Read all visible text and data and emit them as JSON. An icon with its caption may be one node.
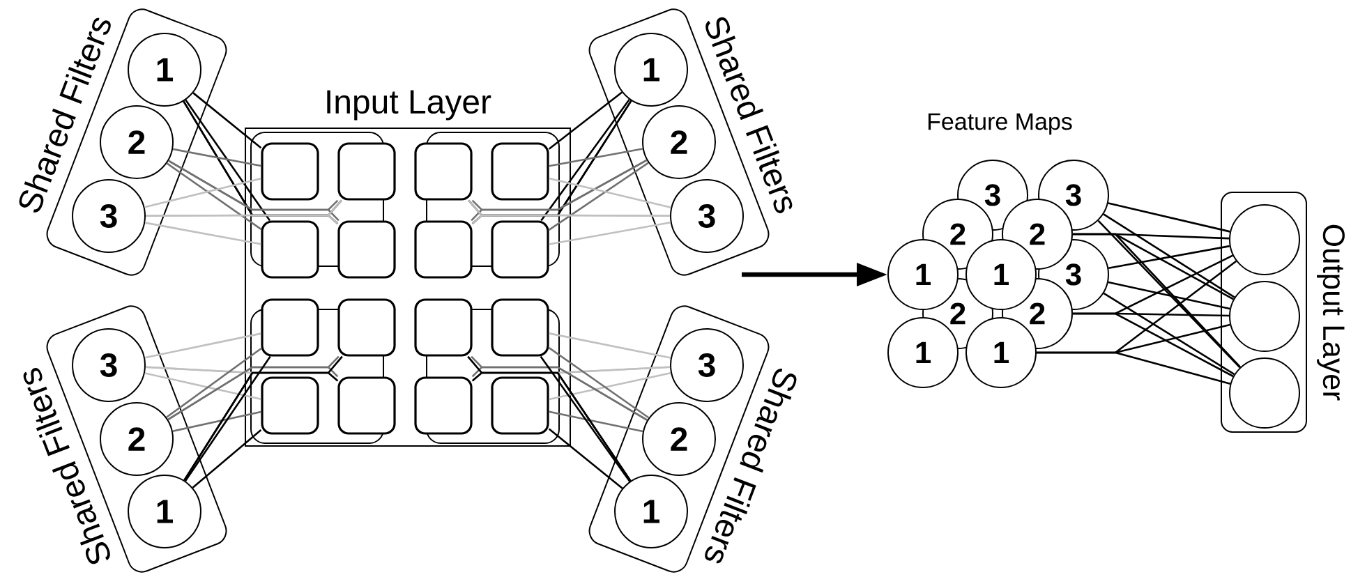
{
  "diagram": {
    "nodes": [
      {
        "text": [
          "Input Layer"
        ]
      },
      {
        "text": [],
        "shape": "box",
        "in": 0
      },
      {
        "text": [],
        "shape": "box",
        "in": 0
      },
      {
        "text": [],
        "shape": "box",
        "in": 0
      },
      {
        "text": [],
        "shape": "box",
        "in": 0
      },
      {
        "text": [],
        "shape": "box",
        "in": 0
      },
      {
        "text": [],
        "shape": "box",
        "in": 0
      },
      {
        "text": [],
        "shape": "box",
        "in": 0
      },
      {
        "text": [],
        "shape": "box",
        "in": 0
      },
      {
        "text": [],
        "shape": "box",
        "in": 0
      },
      {
        "text": [],
        "shape": "box",
        "in": 0
      },
      {
        "text": [],
        "shape": "box",
        "in": 0
      },
      {
        "text": [],
        "shape": "box",
        "in": 0
      },
      {
        "text": [],
        "shape": "box",
        "in": 0
      },
      {
        "text": [],
        "shape": "box",
        "in": 0
      },
      {
        "text": [],
        "shape": "box",
        "in": 0
      },
      {
        "text": [],
        "shape": "box",
        "in": 0
      },
      {
        "text": [
          "Shared Filters"
        ]
      },
      {
        "text": [
          "1"
        ],
        "in": 17
      },
      {
        "text": [
          "2"
        ],
        "in": 17
      },
      {
        "text": [
          "3"
        ],
        "in": 17
      },
      {
        "text": [
          "Shared Filters"
        ]
      },
      {
        "text": [
          "1"
        ],
        "in": 21
      },
      {
        "text": [
          "2"
        ],
        "in": 21
      },
      {
        "text": [
          "3"
        ],
        "in": 21
      },
      {
        "text": [
          "Shared Filters"
        ]
      },
      {
        "text": [
          "3"
        ],
        "in": 25
      },
      {
        "text": [
          "2"
        ],
        "in": 25
      },
      {
        "text": [
          "1"
        ],
        "in": 25
      },
      {
        "text": [
          "Shared Filters"
        ]
      },
      {
        "text": [
          "3"
        ],
        "in": 29
      },
      {
        "text": [
          "2"
        ],
        "in": 29
      },
      {
        "text": [
          "1"
        ],
        "in": 29
      },
      {
        "text": [
          "3"
        ]
      },
      {
        "text": [
          "3"
        ]
      },
      {
        "text": [
          "3"
        ]
      },
      {
        "text": [
          "2"
        ]
      },
      {
        "text": [
          "2"
        ]
      },
      {
        "text": [
          "2"
        ]
      },
      {
        "text": [
          "2"
        ]
      },
      {
        "text": [
          "1"
        ]
      },
      {
        "text": [
          "1"
        ]
      },
      {
        "text": [
          "1"
        ]
      },
      {
        "text": [
          "1"
        ]
      },
      {
        "text": [
          "Output Layer"
        ]
      },
      {
        "text": [],
        "shape": "circle",
        "in": 44
      },
      {
        "text": [],
        "shape": "circle",
        "in": 44
      },
      {
        "text": [],
        "shape": "circle",
        "in": 44
      }
    ],
    "edges": [
      {
        "from": 18,
        "to": 1,
        "arrow": "none"
      },
      {
        "from": 18,
        "to": 2,
        "arrow": "none"
      },
      {
        "from": 18,
        "to": 5,
        "arrow": "none"
      },
      {
        "from": 18,
        "to": 6,
        "arrow": "none"
      },
      {
        "from": 19,
        "to": 1,
        "arrow": "none",
        "color": "#707070"
      },
      {
        "from": 19,
        "to": 2,
        "arrow": "none",
        "color": "#707070"
      },
      {
        "from": 19,
        "to": 5,
        "arrow": "none",
        "color": "#707070"
      },
      {
        "from": 19,
        "to": 6,
        "arrow": "none",
        "color": "#707070"
      },
      {
        "from": 20,
        "to": 1,
        "arrow": "none",
        "color": "#c0c0c0"
      },
      {
        "from": 20,
        "to": 2,
        "arrow": "none",
        "color": "#c0c0c0"
      },
      {
        "from": 20,
        "to": 5,
        "arrow": "none",
        "color": "#c0c0c0"
      },
      {
        "from": 20,
        "to": 6,
        "arrow": "none",
        "color": "#c0c0c0"
      },
      {
        "from": 22,
        "to": 3,
        "arrow": "none"
      },
      {
        "from": 22,
        "to": 4,
        "arrow": "none"
      },
      {
        "from": 22,
        "to": 7,
        "arrow": "none"
      },
      {
        "from": 22,
        "to": 8,
        "arrow": "none"
      },
      {
        "from": 23,
        "to": 3,
        "arrow": "none",
        "color": "#707070"
      },
      {
        "from": 23,
        "to": 4,
        "arrow": "none",
        "color": "#707070"
      },
      {
        "from": 23,
        "to": 7,
        "arrow": "none",
        "color": "#707070"
      },
      {
        "from": 23,
        "to": 8,
        "arrow": "none",
        "color": "#707070"
      },
      {
        "from": 24,
        "to": 3,
        "arrow": "none",
        "color": "#c0c0c0"
      },
      {
        "from": 24,
        "to": 4,
        "arrow": "none",
        "color": "#c0c0c0"
      },
      {
        "from": 24,
        "to": 7,
        "arrow": "none",
        "color": "#c0c0c0"
      },
      {
        "from": 24,
        "to": 8,
        "arrow": "none",
        "color": "#c0c0c0"
      },
      {
        "from": 26,
        "to": 9,
        "arrow": "none",
        "color": "#c0c0c0"
      },
      {
        "from": 26,
        "to": 10,
        "arrow": "none",
        "color": "#c0c0c0"
      },
      {
        "from": 26,
        "to": 13,
        "arrow": "none",
        "color": "#c0c0c0"
      },
      {
        "from": 26,
        "to": 14,
        "arrow": "none",
        "color": "#c0c0c0"
      },
      {
        "from": 27,
        "to": 9,
        "arrow": "none",
        "color": "#707070"
      },
      {
        "from": 27,
        "to": 10,
        "arrow": "none",
        "color": "#707070"
      },
      {
        "from": 27,
        "to": 13,
        "arrow": "none",
        "color": "#707070"
      },
      {
        "from": 27,
        "to": 14,
        "arrow": "none",
        "color": "#707070"
      },
      {
        "from": 28,
        "to": 9,
        "arrow": "none"
      },
      {
        "from": 28,
        "to": 10,
        "arrow": "none"
      },
      {
        "from": 28,
        "to": 13,
        "arrow": "none"
      },
      {
        "from": 28,
        "to": 14,
        "arrow": "none"
      },
      {
        "from": 30,
        "to": 11,
        "arrow": "none",
        "color": "#c0c0c0"
      },
      {
        "from": 30,
        "to": 12,
        "arrow": "none",
        "color": "#c0c0c0"
      },
      {
        "from": 30,
        "to": 15,
        "arrow": "none",
        "color": "#c0c0c0"
      },
      {
        "from": 30,
        "to": 16,
        "arrow": "none",
        "color": "#c0c0c0"
      },
      {
        "from": 31,
        "to": 11,
        "arrow": "none",
        "color": "#707070"
      },
      {
        "from": 31,
        "to": 12,
        "arrow": "none",
        "color": "#707070"
      },
      {
        "from": 31,
        "to": 15,
        "arrow": "none",
        "color": "#707070"
      },
      {
        "from": 31,
        "to": 16,
        "arrow": "none",
        "color": "#707070"
      },
      {
        "from": 32,
        "to": 11,
        "arrow": "none"
      },
      {
        "from": 32,
        "to": 12,
        "arrow": "none"
      },
      {
        "from": 32,
        "to": 15,
        "arrow": "none"
      },
      {
        "from": 32,
        "to": 16,
        "arrow": "none"
      },
      {
        "from": null,
        "to": 40,
        "arrow": "to",
        "style": "thick"
      },
      {
        "from": 34,
        "to": 45,
        "arrow": "none"
      },
      {
        "from": 34,
        "to": 46,
        "arrow": "none"
      },
      {
        "from": 34,
        "to": 47,
        "arrow": "none"
      },
      {
        "from": 35,
        "to": 45,
        "arrow": "none"
      },
      {
        "from": 35,
        "to": 46,
        "arrow": "none"
      },
      {
        "from": 35,
        "to": 47,
        "arrow": "none"
      },
      {
        "from": 37,
        "to": 45,
        "arrow": "none"
      },
      {
        "from": 37,
        "to": 46,
        "arrow": "none"
      },
      {
        "from": 37,
        "to": 47,
        "arrow": "none"
      },
      {
        "from": 39,
        "to": 45,
        "arrow": "none"
      },
      {
        "from": 39,
        "to": 46,
        "arrow": "none"
      },
      {
        "from": 39,
        "to": 47,
        "arrow": "none"
      },
      {
        "from": 43,
        "to": 45,
        "arrow": "none"
      },
      {
        "from": 43,
        "to": 46,
        "arrow": "none"
      },
      {
        "from": 43,
        "to": 47,
        "arrow": "none"
      }
    ],
    "labels": [
      "Feature Maps"
    ]
  }
}
